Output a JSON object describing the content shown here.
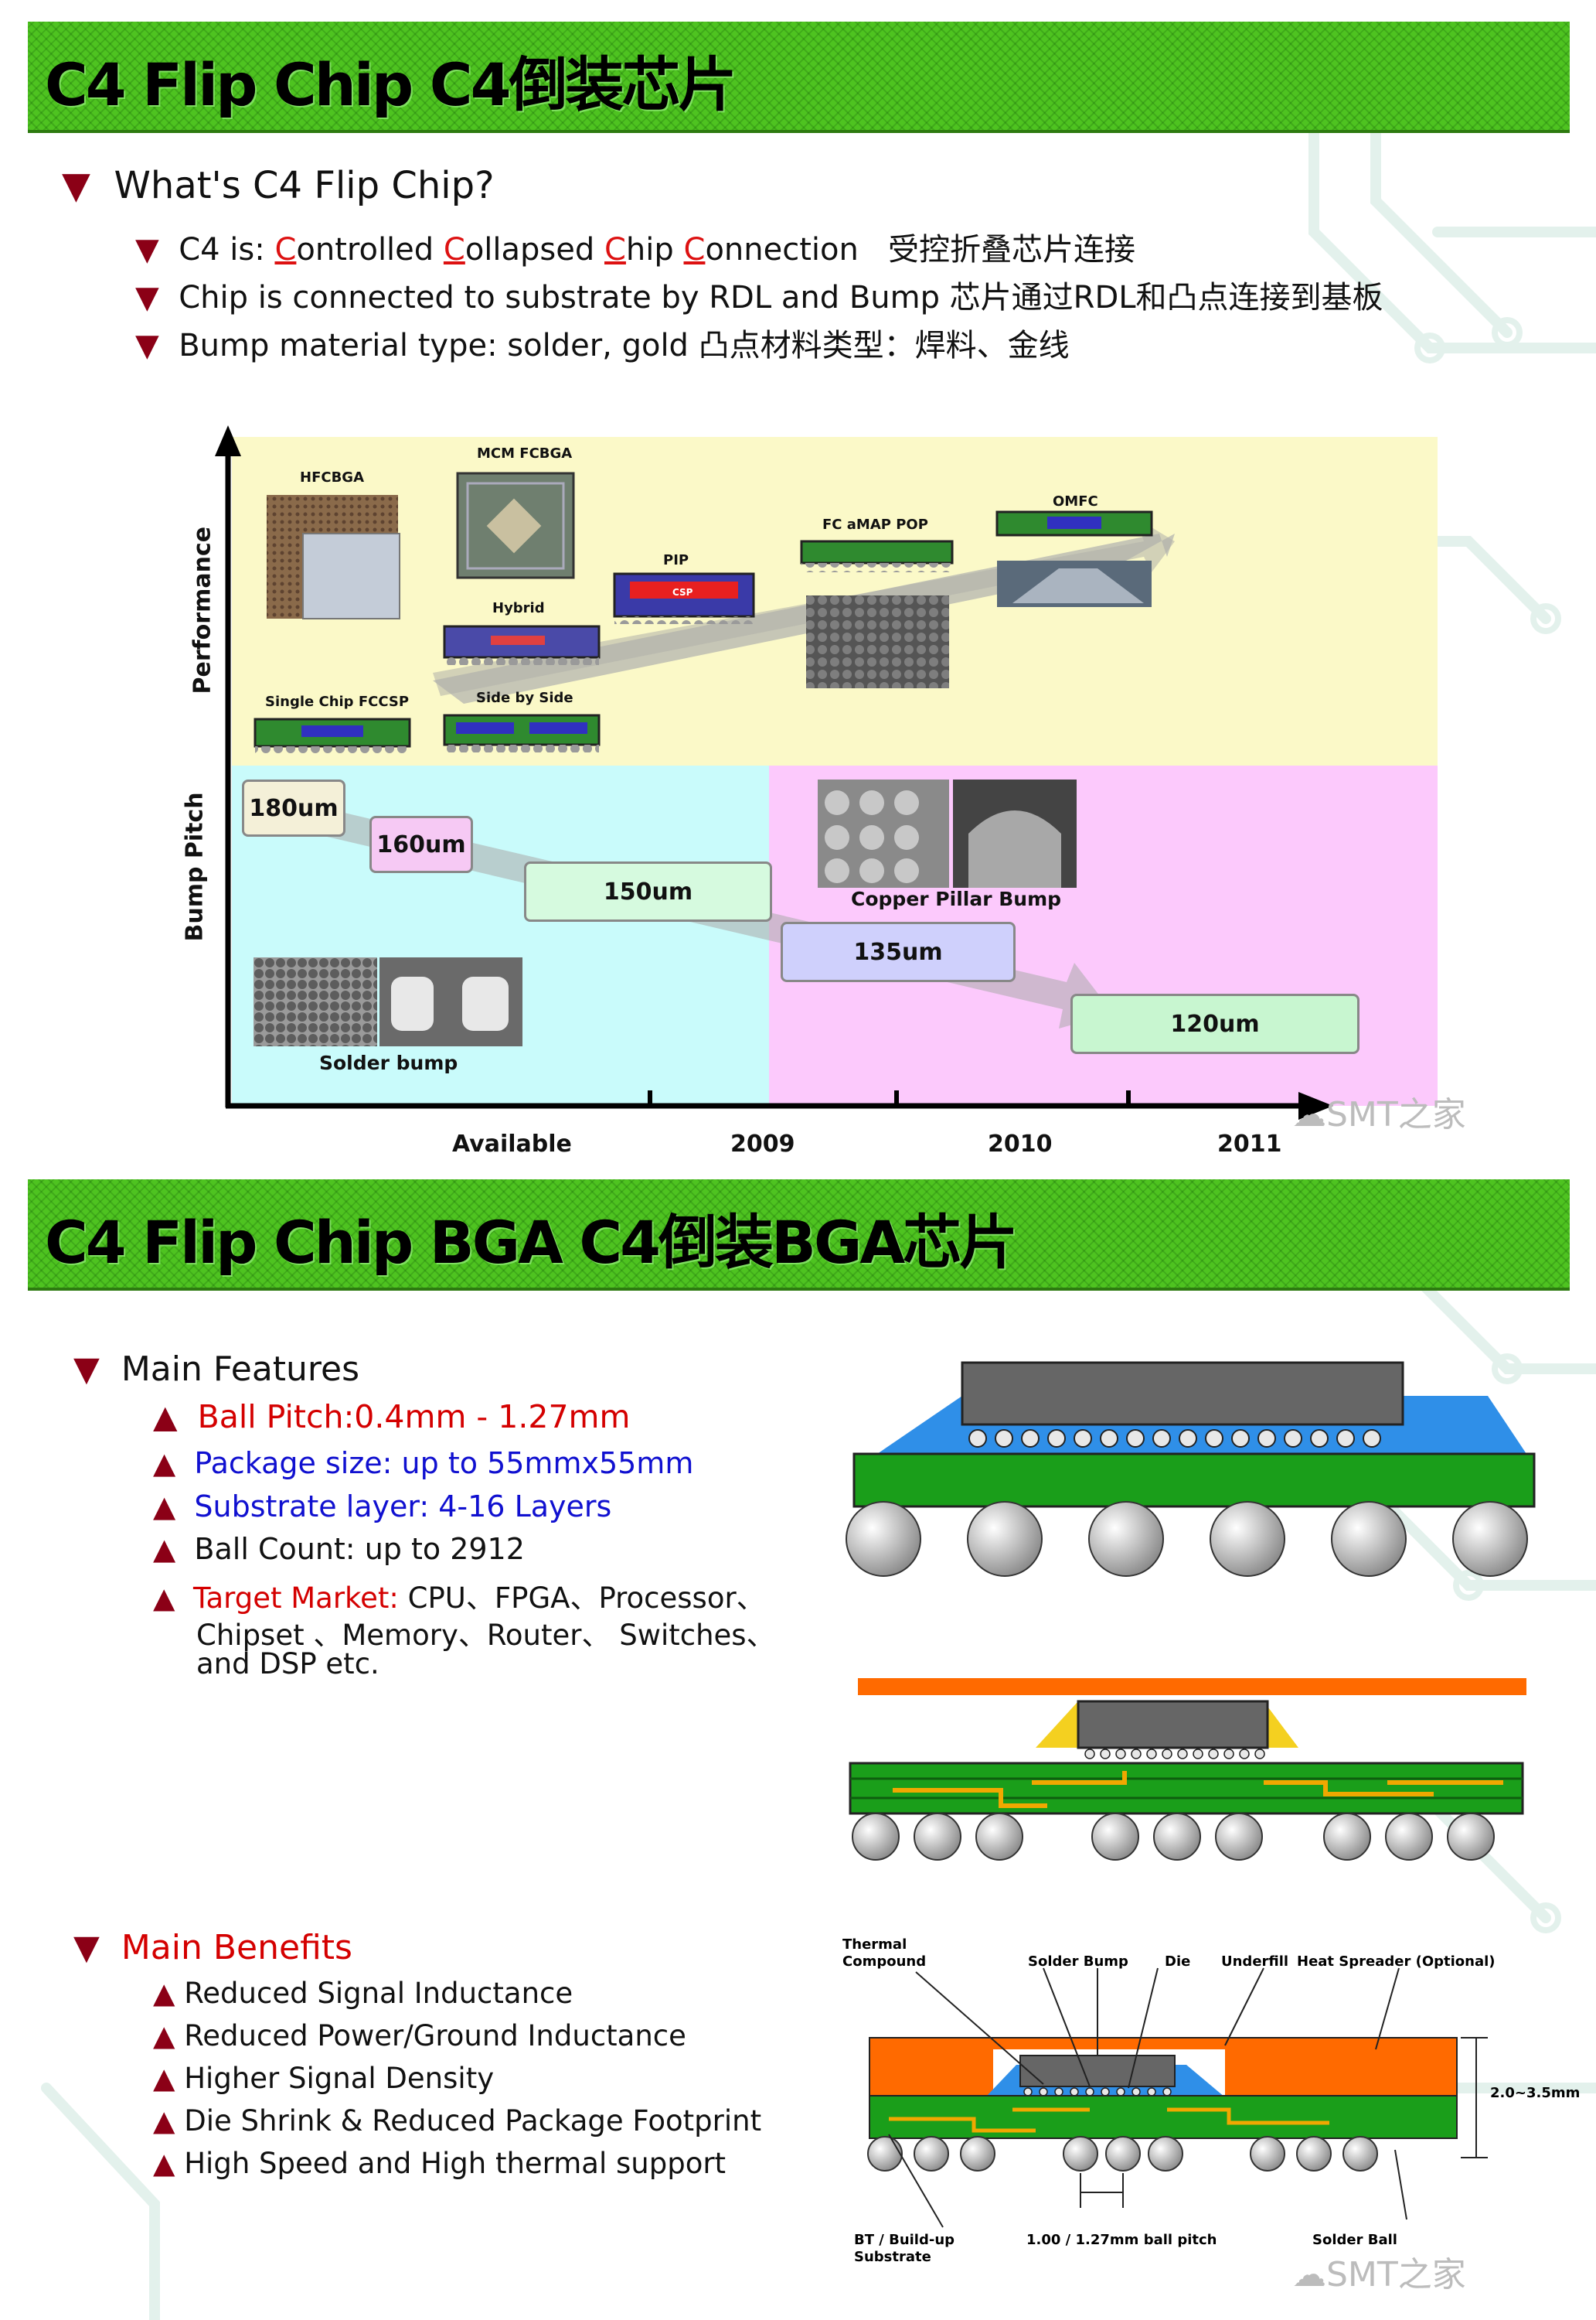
{
  "top_banner": {
    "title": "C4 Flip Chip C4倒装芯片"
  },
  "intro": {
    "heading": "What's C4 Flip Chip?",
    "line1_pre": "C4 is: ",
    "line1_c1": "C",
    "line1_w1": "ontrolled ",
    "line1_c2": "C",
    "line1_w2": "ollapsed ",
    "line1_c3": "C",
    "line1_w3": "hip ",
    "line1_c4": "C",
    "line1_w4": "onnection",
    "line1_cn": "受控折叠芯片连接",
    "line2": "Chip is connected to substrate by RDL and Bump  芯片通过RDL和凸点连接到基板",
    "line3": "Bump material type: solder, gold  凸点材料类型：焊料、金线"
  },
  "roadmap": {
    "y_label_top": "Performance",
    "y_label_bottom": "Bump Pitch",
    "x_labels": [
      "Available",
      "2009",
      "2010",
      "2011"
    ],
    "packages": [
      "HFCBGA",
      "MCM FCBGA",
      "Hybrid",
      "PIP",
      "FC aMAP POP",
      "OMFC",
      "Single Chip FCCSP",
      "Side by Side"
    ],
    "pitches": [
      "180um",
      "160um",
      "150um",
      "135um",
      "120um"
    ],
    "photo_labels": {
      "copper": "Copper Pillar Bump",
      "solder": "Solder bump",
      "csp": "CSP"
    }
  },
  "watermark": "SMT之家",
  "bga_banner": {
    "title": "C4 Flip Chip BGA  C4倒装BGA芯片"
  },
  "features": {
    "heading": "Main Features",
    "ball_pitch": "Ball Pitch:0.4mm - 1.27mm",
    "package_size": "Package size: up to 55mmx55mm",
    "substrate": "Substrate layer: 4-16 Layers",
    "ball_count": "Ball Count: up to 2912",
    "target_label": "Target Market:",
    "target_l1": " CPU、FPGA、Processor、",
    "target_l2": "Chipset 、Memory、Router、 Switches、",
    "target_l3": "and DSP etc."
  },
  "benefits": {
    "heading": "Main Benefits",
    "items": [
      "Reduced Signal Inductance",
      "Reduced Power/Ground Inductance",
      "Higher Signal Density",
      "Die Shrink & Reduced Package Footprint",
      "High Speed and High thermal support"
    ]
  },
  "cross_section": {
    "thermal_1": "Thermal",
    "thermal_2": "Compound",
    "solder_bump": "Solder Bump",
    "die": "Die",
    "underfill": "Underfill",
    "heat_spreader": "Heat Spreader (Optional)",
    "height": "2.0~3.5mm",
    "bt_1": "BT / Build-up",
    "bt_2": "Substrate",
    "ball_pitch": "1.00 / 1.27mm ball pitch",
    "solder_ball": "Solder Ball"
  },
  "colors": {
    "banner": "#4ec320",
    "underfill": "#2f8fe8",
    "substrate": "#1a9e1a",
    "spreader": "#ff6a00",
    "trace": "#f0a800"
  }
}
